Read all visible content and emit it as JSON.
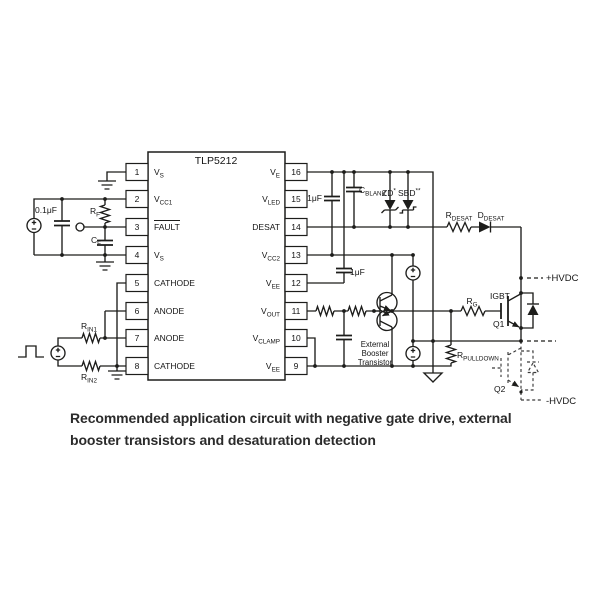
{
  "colors": {
    "ink": "#1d1d1b",
    "background": "#ffffff",
    "caption_text": "#2b2b2b"
  },
  "ic": {
    "title": "TLP5212",
    "left_pins": [
      {
        "num": "1",
        "name": {
          "main": "V",
          "sub": "S"
        }
      },
      {
        "num": "2",
        "name": {
          "main": "V",
          "sub": "CC1"
        }
      },
      {
        "num": "3",
        "name": {
          "main": "FAULT",
          "overline": true
        }
      },
      {
        "num": "4",
        "name": {
          "main": "V",
          "sub": "S"
        }
      },
      {
        "num": "5",
        "name": {
          "main": "CATHODE"
        }
      },
      {
        "num": "6",
        "name": {
          "main": "ANODE"
        }
      },
      {
        "num": "7",
        "name": {
          "main": "ANODE"
        }
      },
      {
        "num": "8",
        "name": {
          "main": "CATHODE"
        }
      }
    ],
    "right_pins": [
      {
        "num": "16",
        "name": {
          "main": "V",
          "sub": "E"
        }
      },
      {
        "num": "15",
        "name": {
          "main": "V",
          "sub": "LED"
        }
      },
      {
        "num": "14",
        "name": {
          "main": "DESAT"
        }
      },
      {
        "num": "13",
        "name": {
          "main": "V",
          "sub": "CC2"
        }
      },
      {
        "num": "12",
        "name": {
          "main": "V",
          "sub": "EE"
        }
      },
      {
        "num": "11",
        "name": {
          "main": "V",
          "sub": "OUT"
        }
      },
      {
        "num": "10",
        "name": {
          "main": "V",
          "sub": "CLAMP"
        }
      },
      {
        "num": "9",
        "name": {
          "main": "V",
          "sub": "EE"
        }
      }
    ]
  },
  "labels": {
    "supply_cap": "0.1μF",
    "rf": {
      "main": "R",
      "sub": "F"
    },
    "cf": {
      "main": "C",
      "sub": "F"
    },
    "rin1": {
      "main": "R",
      "sub": "IN1"
    },
    "rin2": {
      "main": "R",
      "sub": "IN2"
    },
    "cap_vcc2": "1μF",
    "cap_vee": "1μF",
    "cblank": {
      "main": "C",
      "sub": "BLANK"
    },
    "zd": {
      "main": "ZD",
      "sup": "*"
    },
    "sbd": {
      "main": "SBD",
      "sup": "**"
    },
    "rdesat": {
      "main": "R",
      "sub": "DESAT"
    },
    "ddesat": {
      "main": "D",
      "sub": "DESAT"
    },
    "rg": {
      "main": "R",
      "sub": "G"
    },
    "rpulldown": {
      "main": "R",
      "sub": "PULLDOWN"
    },
    "igbt": "IGBT",
    "q1": "Q1",
    "q2": "Q2",
    "booster_line1": "External",
    "booster_line2": "Booster",
    "booster_line3": "Transistor",
    "hvdc_pos": "+HVDC",
    "hvdc_neg": "-HVDC"
  },
  "caption": {
    "line1": "Recommended application circuit with negative gate drive, external",
    "line2": "booster transistors and desaturation detection"
  }
}
